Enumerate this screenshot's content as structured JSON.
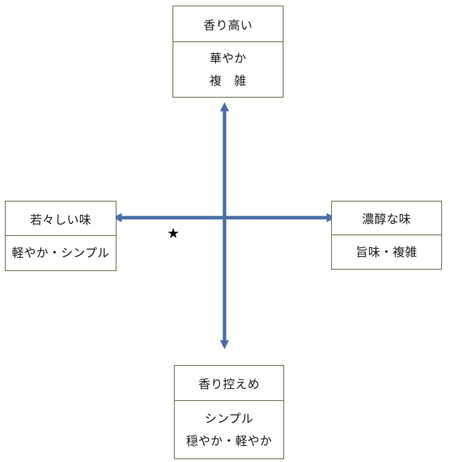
{
  "diagram": {
    "top": {
      "title": "香り高い",
      "lines": [
        "華やか",
        "複　雑"
      ]
    },
    "left": {
      "title": "若々しい味",
      "lines": [
        "軽やか・シンプル"
      ]
    },
    "right": {
      "title": "濃醇な味",
      "lines": [
        "旨味・複雑"
      ]
    },
    "bottom": {
      "title": "香り控えめ",
      "lines": [
        "シンプル",
        "穏やか・軽やか"
      ]
    },
    "marker": {
      "symbol": "★",
      "icon": "star-icon"
    },
    "colors": {
      "axis": "#4a6fa5",
      "box_border": "#4f6a3a",
      "marker": "#000000"
    }
  }
}
